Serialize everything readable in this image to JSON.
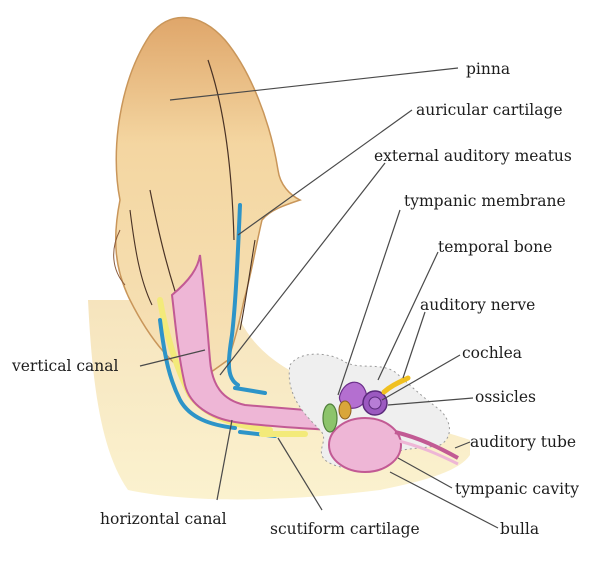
{
  "labels": {
    "pinna": "pinna",
    "auricular_cartilage": "auricular cartilage",
    "external_auditory_meatus": "external auditory meatus",
    "tympanic_membrane": "tympanic membrane",
    "temporal_bone": "temporal bone",
    "auditory_nerve": "auditory nerve",
    "cochlea": "cochlea",
    "ossicles": "ossicles",
    "auditory_tube": "auditory tube",
    "tympanic_cavity": "tympanic cavity",
    "bulla": "bulla",
    "vertical_canal": "vertical canal",
    "horizontal_canal": "horizontal canal",
    "scutiform_cartilage": "scutiform cartilage"
  },
  "colors": {
    "skin": "#f5d9a6",
    "skin_edge": "#c9965a",
    "canal": "#eeb6d6",
    "canal_edge": "#c25a94",
    "cartilage_blue": "#2d94c8",
    "cartilage_yellow": "#f3ea7a",
    "ossicle_purple": "#9b59c0",
    "membrane_green": "#8cc46b",
    "bone": "#efefef"
  }
}
